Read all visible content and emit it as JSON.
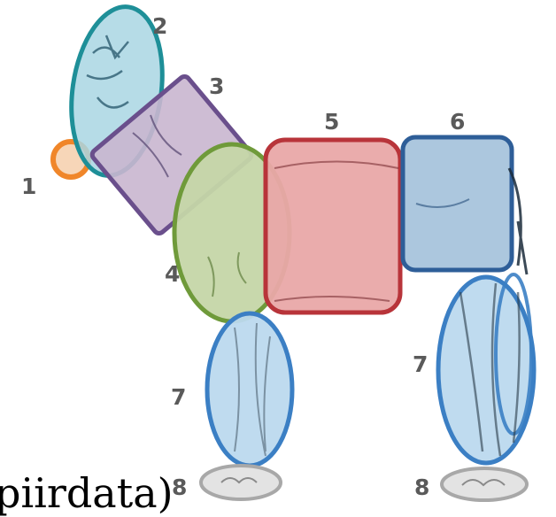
{
  "labels": {
    "head_nose": "1",
    "head": "2",
    "neck": "3",
    "chest": "4",
    "body": "5",
    "hip": "6",
    "leg_front": "7",
    "leg_back": "7",
    "foot_front": "8",
    "foot_back": "8"
  },
  "caption": "piirdata)",
  "colors": {
    "nose": "#f0862a",
    "head": "#1e8f98",
    "neck": "#6a4f8c",
    "chest": "#6f9a3a",
    "body": "#b8343a",
    "hip": "#2e5e98",
    "leg": "#3b7fc4",
    "foot": "#a8a8a8"
  }
}
